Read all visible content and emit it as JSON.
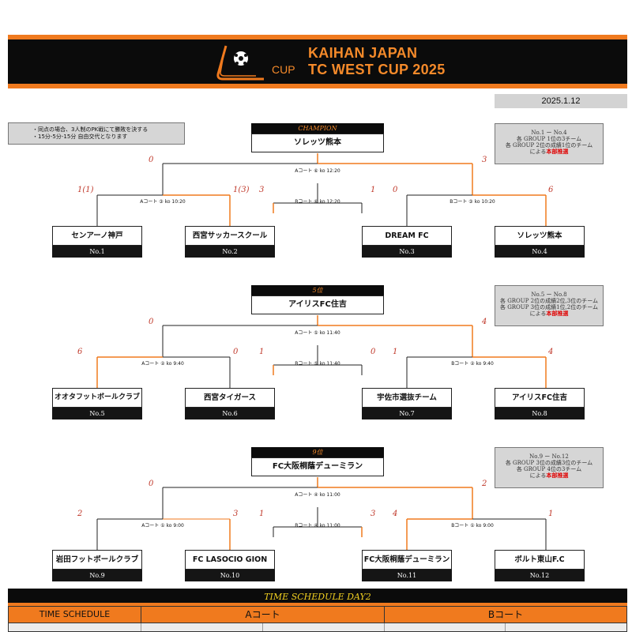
{
  "header": {
    "cup_text": "CUP",
    "title_line1": "KAIHAN JAPAN",
    "title_line2": "TC WEST CUP 2025"
  },
  "date": "2025.1.12",
  "rules": [
    "・同点の場合、3人制のPK戦にて勝敗を決する",
    "・15分-5分-15分 自由交代となります"
  ],
  "colors": {
    "orange": "#f07a1e",
    "black": "#0b0b0b",
    "score_red": "#c0392b",
    "highlight_red": "#e00000"
  },
  "brackets": [
    {
      "winner_label": "CHAMPION",
      "winner": "ソレッツ熊本",
      "final": {
        "label": "Aコート ⑥ ko 12:20",
        "score_left": "0",
        "score_right": "3"
      },
      "third": {
        "label": "Bコート ⑥ ko 12:20",
        "score_left": "3",
        "score_right": "1"
      },
      "semi_left": {
        "label": "Aコート ③ ko 10:20",
        "score_left": "1(1)",
        "score_right": "1(3)"
      },
      "semi_right": {
        "label": "Bコート ③ ko 10:20",
        "score_left": "0",
        "score_right": "6"
      },
      "teams": [
        {
          "name": "センアーノ神戸",
          "no": "No.1"
        },
        {
          "name": "西宮サッカースクール",
          "no": "No.2"
        },
        {
          "name": "DREAM FC",
          "no": "No.3"
        },
        {
          "name": "ソレッツ熊本",
          "no": "No.4"
        }
      ],
      "info": {
        "line1": "No.1 ー No.4",
        "line2": "各 GROUP 1位の3チーム",
        "line3": "各 GROUP 2位の成績1位のチーム",
        "line4_prefix": "による",
        "line4_red": "本部推選"
      }
    },
    {
      "winner_label": "5位",
      "winner": "アイリスFC住吉",
      "final": {
        "label": "Aコート ⑤ ko 11:40",
        "score_left": "0",
        "score_right": "4"
      },
      "third": {
        "label": "Bコート ⑤ ko 11:40",
        "score_left": "1",
        "score_right": "0"
      },
      "semi_left": {
        "label": "Aコート ② ko 9:40",
        "score_left": "6",
        "score_right": "0"
      },
      "semi_right": {
        "label": "Bコート ② ko 9:40",
        "score_left": "1",
        "score_right": "4"
      },
      "teams": [
        {
          "name": "オオタフットボールクラブ",
          "no": "No.5"
        },
        {
          "name": "西宮タイガース",
          "no": "No.6"
        },
        {
          "name": "宇佐市選抜チーム",
          "no": "No.7"
        },
        {
          "name": "アイリスFC住吉",
          "no": "No.8"
        }
      ],
      "info": {
        "line1": "No.5 ー No.8",
        "line2": "各 GROUP 2位の成績2位,3位のチーム",
        "line3": "各 GROUP 3位の成績1位,2位のチーム",
        "line4_prefix": "による",
        "line4_red": "本部推選"
      }
    },
    {
      "winner_label": "9位",
      "winner": "FC大阪桐蔭デューミラン",
      "final": {
        "label": "Aコート ④ ko 11:00",
        "score_left": "0",
        "score_right": "2"
      },
      "third": {
        "label": "Bコート ④ ko 11:00",
        "score_left": "1",
        "score_right": "3"
      },
      "semi_left": {
        "label": "Aコート ① ko 9:00",
        "score_left": "2",
        "score_right": "3"
      },
      "semi_right": {
        "label": "Bコート ① ko 9:00",
        "score_left": "4",
        "score_right": "1"
      },
      "teams": [
        {
          "name": "岩田フットボールクラブ",
          "no": "No.9"
        },
        {
          "name": "FC LASOCIO GION",
          "no": "No.10"
        },
        {
          "name": "FC大阪桐蔭デューミラン",
          "no": "No.11"
        },
        {
          "name": "ボルト東山F.C",
          "no": "No.12"
        }
      ],
      "info": {
        "line1": "No.9 ー No.12",
        "line2": "各 GROUP 3位の成績3位のチーム",
        "line3": "各 GROUP 4位の3チーム",
        "line4_prefix": "による",
        "line4_red": "本部推選"
      }
    }
  ],
  "schedule": {
    "title": "TIME SCHEDULE DAY2",
    "col_time": "TIME SCHEDULE",
    "col_a": "Aコート",
    "col_b": "Bコート"
  }
}
